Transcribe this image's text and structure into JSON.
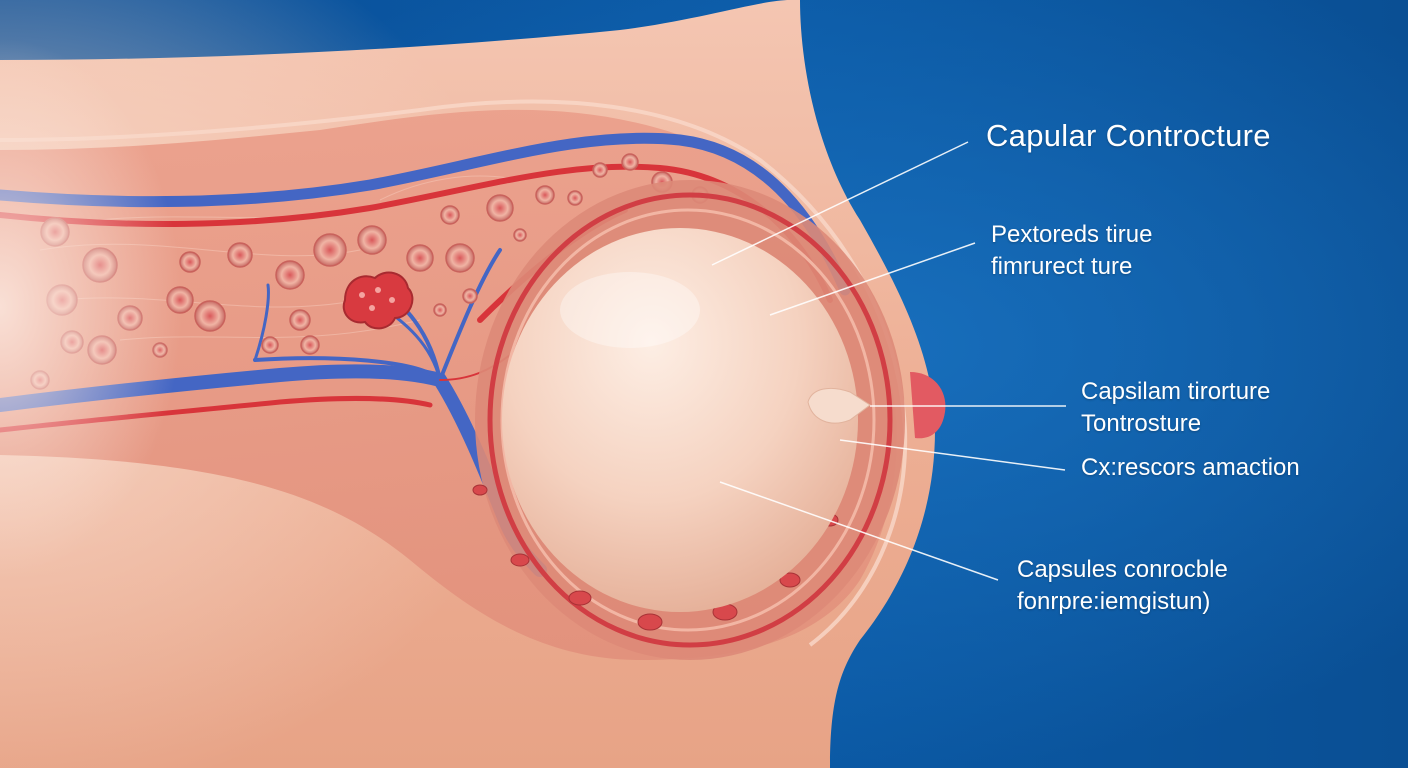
{
  "labels": {
    "title": "Capular Controcture",
    "pectoral_line1": "Pextoreds tirue",
    "pectoral_line2": "fimrurect ture",
    "capsule_line1": "Capsilam tirorture",
    "capsule_line2": "Tontrosture",
    "contraction": "Cx:rescors amaction",
    "bottom_line1": "Capsules conrocble",
    "bottom_line2": "fonrpre:iemgistun)"
  },
  "colors": {
    "background_blue": "#0a5aa8",
    "background_deep": "#06387a",
    "skin": "#f2b9a0",
    "tissue": "#e8907e",
    "vessel_red": "#d8343a",
    "vessel_blue": "#4a6ec8",
    "implant": "#f6d6c4",
    "label_text": "#ffffff"
  }
}
